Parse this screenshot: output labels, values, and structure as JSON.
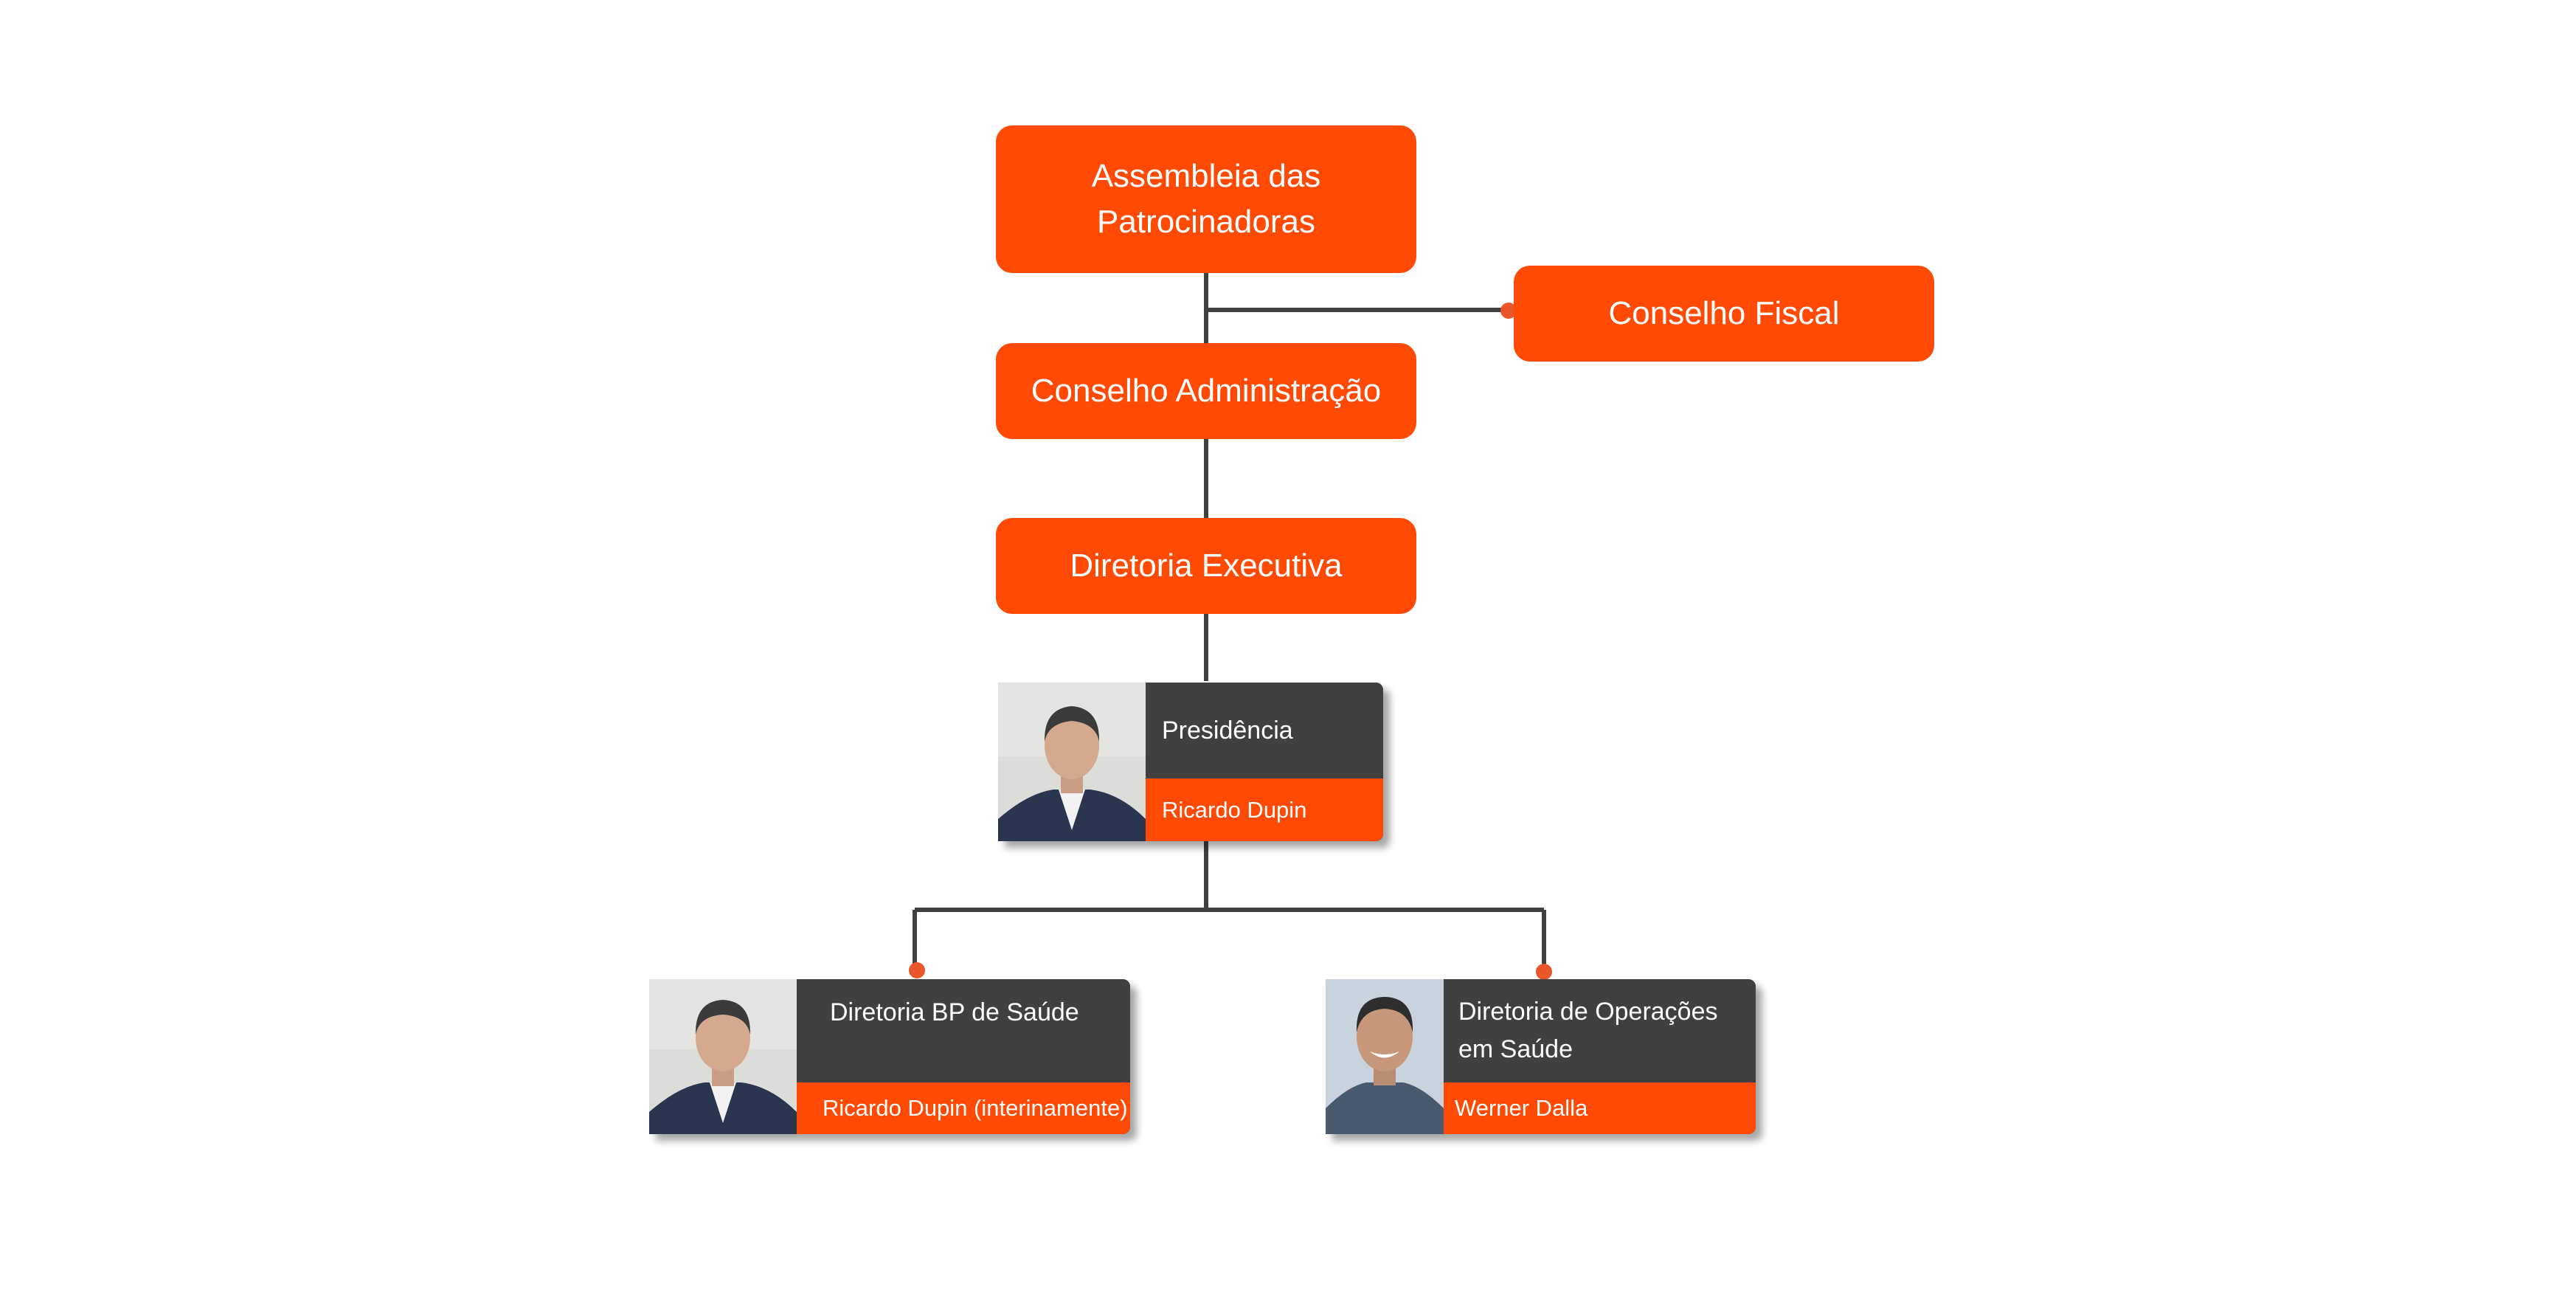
{
  "boxes": {
    "assembleia_line1": "Assembleia das",
    "assembleia_line2": "Patrocinadoras",
    "conselho_fiscal": "Conselho Fiscal",
    "conselho_administracao": "Conselho Administração",
    "diretoria_executiva": "Diretoria Executiva"
  },
  "people": [
    {
      "role": "Presidência",
      "name": "Ricardo Dupin"
    },
    {
      "role": "Diretoria BP de Saúde",
      "name": "Ricardo Dupin (interinamente)"
    },
    {
      "role_line1": "Diretoria de Operações",
      "role_line2": "em Saúde",
      "name": "Werner Dalla"
    }
  ],
  "colors": {
    "accent": "#ff4a06",
    "dark": "#404040",
    "connector": "#404040",
    "dot": "#e8562a"
  }
}
